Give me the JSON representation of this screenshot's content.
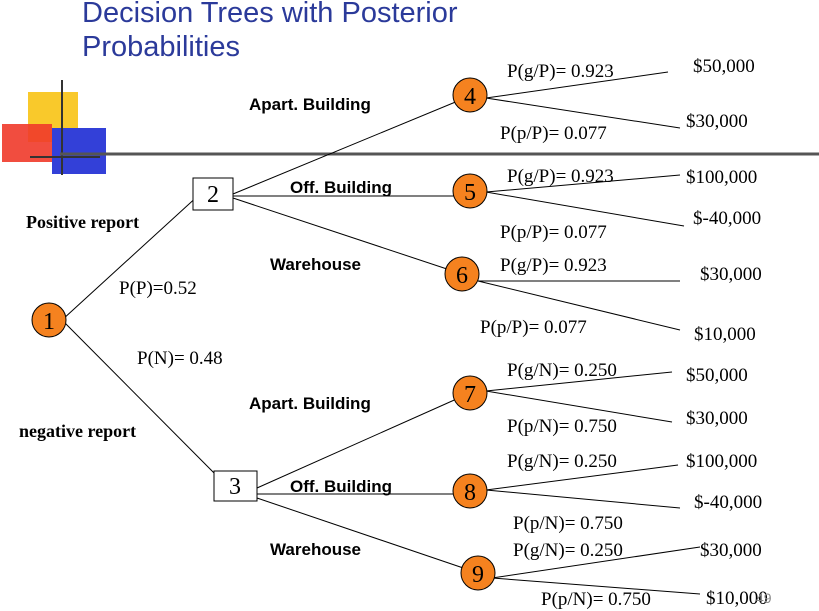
{
  "title": "Decision Trees with Posterior Probabilities",
  "colors": {
    "title": "#2b3a9a",
    "chance_node": "#f5821f",
    "logo_yellow": "#f9c92b",
    "logo_red": "#f03a2a",
    "logo_blue": "#3340d8"
  },
  "root": {
    "number": "1"
  },
  "report_branches": [
    {
      "label": "Positive report",
      "probability": "P(P)=0.52"
    },
    {
      "label": "negative report",
      "probability": "P(N)= 0.48"
    }
  ],
  "decision_nodes": [
    {
      "number": "2"
    },
    {
      "number": "3"
    }
  ],
  "alternatives": [
    {
      "label": "Apart. Building"
    },
    {
      "label": "Off. Building"
    },
    {
      "label": "Warehouse"
    },
    {
      "label": "Apart. Building"
    },
    {
      "label": "Off. Building"
    },
    {
      "label": "Warehouse"
    }
  ],
  "chance_nodes": [
    {
      "number": "4",
      "good_prob": "P(g/P)= 0.923",
      "poor_prob": "P(p/P)= 0.077",
      "good_payoff": "$50,000",
      "poor_payoff": "$30,000"
    },
    {
      "number": "5",
      "good_prob": "P(g/P)= 0.923",
      "poor_prob": "P(p/P)= 0.077",
      "good_payoff": "$100,000",
      "poor_payoff": "$-40,000"
    },
    {
      "number": "6",
      "good_prob": "P(g/P)= 0.923",
      "poor_prob": "P(p/P)= 0.077",
      "good_payoff": "$30,000",
      "poor_payoff": "$10,000"
    },
    {
      "number": "7",
      "good_prob": "P(g/N)= 0.250",
      "poor_prob": "P(p/N)= 0.750",
      "good_payoff": "$50,000",
      "poor_payoff": "$30,000"
    },
    {
      "number": "8",
      "good_prob": "P(g/N)= 0.250",
      "poor_prob": "P(p/N)= 0.750",
      "good_payoff": "$100,000",
      "poor_payoff": "$-40,000"
    },
    {
      "number": "9",
      "good_prob": "P(g/N)= 0.250",
      "poor_prob": "P(p/N)= 0.750",
      "good_payoff": "$30,000",
      "poor_payoff": "$10,000"
    }
  ],
  "page_number": "49"
}
